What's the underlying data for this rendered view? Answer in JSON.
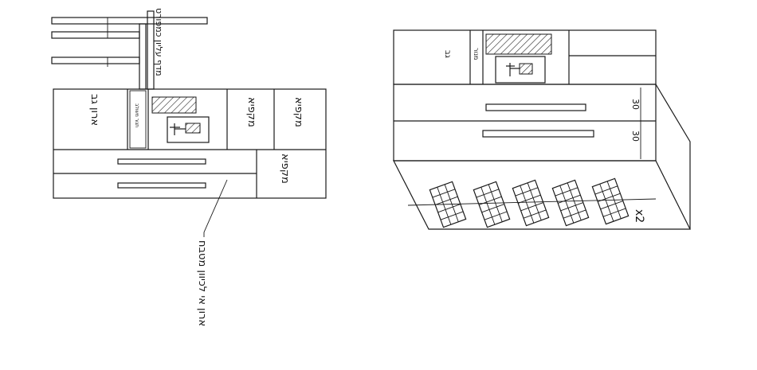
{
  "plan": {
    "top_right_label": "מדף עליון כמפורט",
    "cabinet_left_label": "ארון גב",
    "oven_unit_label": "תנור משולב",
    "drawer_top_label": "מקפיא",
    "drawer_bottom_label": "מקפיא",
    "drawer_side_label": "מקפיא",
    "pointer_note": "ארון אי לכיוון מטבח"
  },
  "elevation": {
    "cabinet_label": "גב",
    "oven_label": "מנור",
    "dim_top": "30",
    "dim_mid": "30",
    "multiplier": "x2"
  }
}
